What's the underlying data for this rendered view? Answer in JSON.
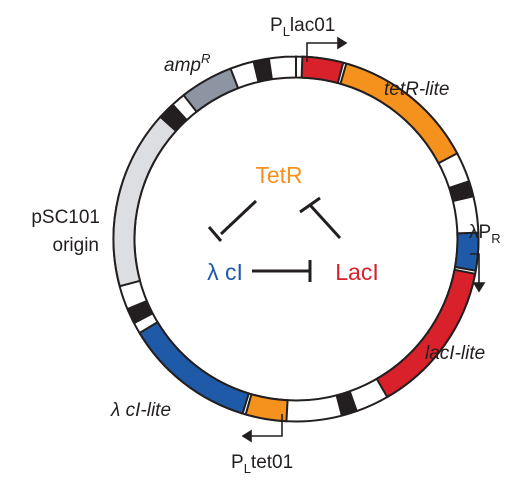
{
  "colors": {
    "outline": "#231f20",
    "backbone": "#ffffff",
    "red": "#d8212b",
    "orange": "#f5921e",
    "blue": "#1f5aa8",
    "grey": "#8d95a3",
    "light_grey": "#dcdee2",
    "terminator": "#231f20"
  },
  "plasmid": {
    "labels": {
      "plac_main": "P",
      "plac_sub": "L",
      "plac_rest": "lac01",
      "tetR_lite": "tetR-lite",
      "lambda_pr_main": "λP",
      "lambda_pr_sub": "R",
      "lacI_lite": "lacI-lite",
      "lambda_ci_lite": "λ cI-lite",
      "ptet_main": "P",
      "ptet_sub": "L",
      "ptet_rest": "tet01",
      "psc101_line1": "pSC101",
      "psc101_line2": "origin",
      "amp_main": "amp",
      "amp_sup": "R"
    },
    "segments": [
      {
        "name": "plac01-promoter",
        "color": "red"
      },
      {
        "name": "tetR-lite-gene",
        "color": "orange"
      },
      {
        "name": "lambda-pr-promoter",
        "color": "blue"
      },
      {
        "name": "lacI-lite-gene",
        "color": "red"
      },
      {
        "name": "ptet01-promoter",
        "color": "orange"
      },
      {
        "name": "lambda-ci-lite-gene",
        "color": "blue"
      },
      {
        "name": "psc101-origin",
        "color": "light_grey"
      },
      {
        "name": "ampR-gene",
        "color": "grey"
      }
    ]
  },
  "network": {
    "tetR": "TetR",
    "lambda_ci": "λ cI",
    "lacI": "LacI"
  }
}
